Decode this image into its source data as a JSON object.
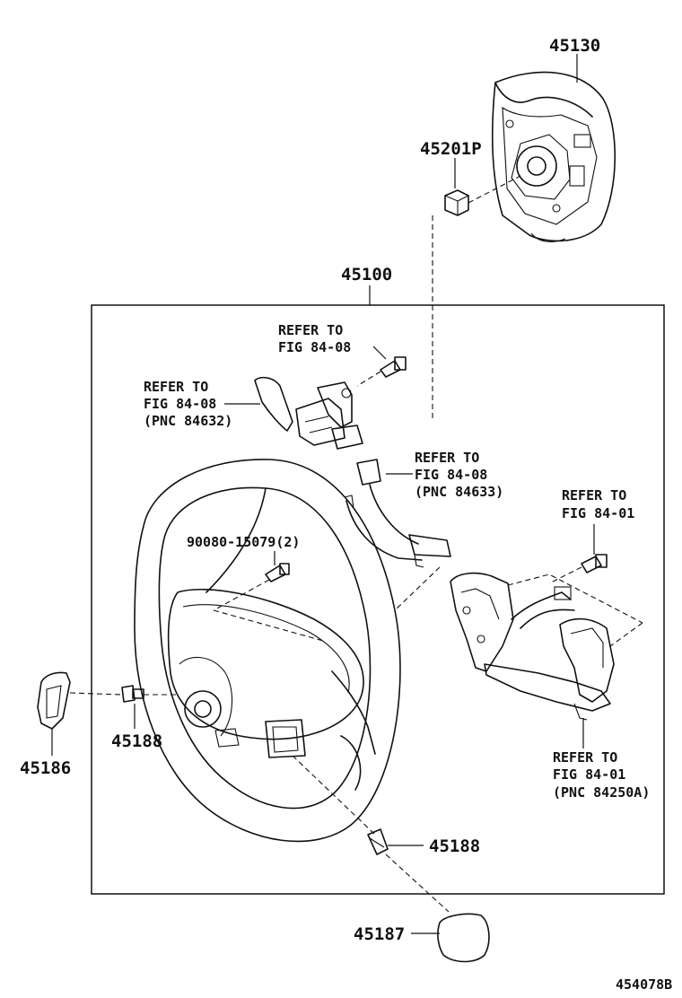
{
  "parts": {
    "airbag": "45130",
    "airbag_nut": "45201P",
    "steering_wheel_assy": "45100",
    "screw_bolt": "90080-15079(2)",
    "lower_cover_screw_left": "45188",
    "lower_cover_screw_bottom": "45188",
    "side_cover": "45186",
    "lower_cover": "45187"
  },
  "references": {
    "ref_top": [
      "REFER TO",
      "FIG 84-08"
    ],
    "ref_switch_left": [
      "REFER TO",
      "FIG 84-08",
      "(PNC 84632)"
    ],
    "ref_wire_mid": [
      "REFER TO",
      "FIG 84-08",
      "(PNC 84633)"
    ],
    "ref_right_bolt": [
      "REFER TO",
      "FIG 84-01"
    ],
    "ref_right_switch": [
      "REFER TO",
      "FIG 84-01",
      "(PNC 84250A)"
    ]
  },
  "figure_id": "454078B"
}
